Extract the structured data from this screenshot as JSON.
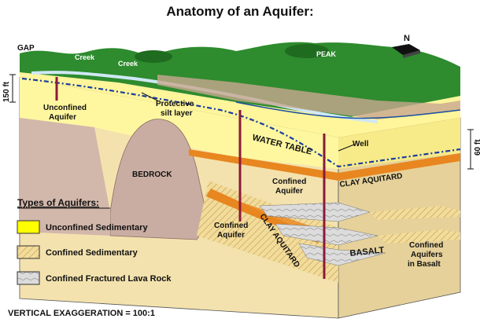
{
  "title": "Anatomy of an Aquifer:",
  "compass": {
    "letter": "N"
  },
  "scale": {
    "left": "150 ft",
    "right": "60 ft"
  },
  "labels": {
    "gap": "GAP",
    "creek1": "Creek",
    "creek2": "Creek",
    "peak": "PEAK",
    "unconfined_aquifer": [
      "Unconfined",
      "Aquifer"
    ],
    "protective_silt": [
      "Protective",
      "silt layer"
    ],
    "water_table": "WATER TABLE",
    "well": "Well",
    "bedrock": "BEDROCK",
    "confined_aquifer_mid": [
      "Confined",
      "Aquifer"
    ],
    "clay_aquitard_mid": "CLAY AQUITARD",
    "confined_aquifer_low": [
      "Confined",
      "Aquifer"
    ],
    "clay_aquitard_low": "CLAY AQUITARD",
    "basalt": "BASALT",
    "confined_basalt": [
      "Confined",
      "Aquifers",
      "in Basalt"
    ]
  },
  "legend": {
    "heading": "Types of Aquifers:",
    "items": [
      {
        "label": "Unconfined Sedimentary",
        "color": "#ffff00",
        "pattern": "solid"
      },
      {
        "label": "Confined Sedimentary",
        "color": "#f2dc9a",
        "pattern": "hatch"
      },
      {
        "label": "Confined Fractured Lava Rock",
        "color": "#d9d9d9",
        "pattern": "fracture"
      }
    ]
  },
  "footer": "VERTICAL EXAGGERATION = 100:1",
  "colors": {
    "grass": "#2e8b2e",
    "aquifer_yellow": "#fff7a0",
    "confined_tan": "#f3e2ae",
    "clay": "#e8861f",
    "bedrock": "#c9ada2",
    "well": "#8b1a3a",
    "water_table": "#1a3ea0"
  }
}
